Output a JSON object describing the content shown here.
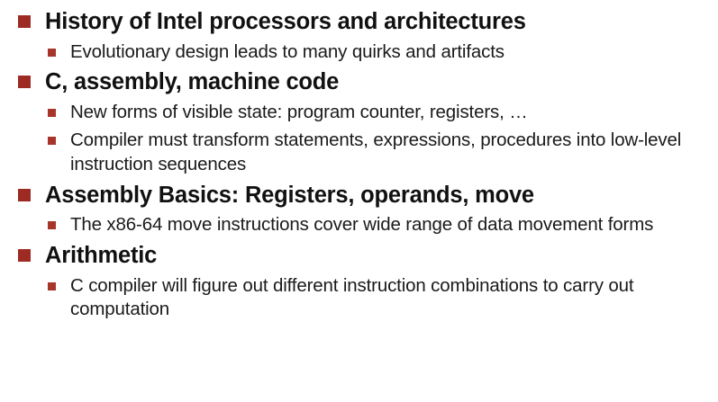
{
  "slide": {
    "background_color": "#ffffff",
    "bullet_color_level1": "#9E2B23",
    "bullet_color_level2": "#A73529",
    "text_color": "#111111",
    "sections": [
      {
        "heading": "History of Intel processors and architectures",
        "sub_bullets": [
          "Evolutionary design leads to many quirks and artifacts"
        ]
      },
      {
        "heading": "C, assembly, machine code",
        "sub_bullets": [
          "New forms of visible state: program counter, registers, …",
          "Compiler must transform statements, expressions, procedures into low-level instruction sequences"
        ]
      },
      {
        "heading": "Assembly Basics: Registers, operands, move",
        "sub_bullets": [
          "The x86-64 move instructions cover wide range of data movement forms"
        ]
      },
      {
        "heading": "Arithmetic",
        "sub_bullets": [
          "C compiler will figure out different instruction combinations to carry out computation"
        ]
      }
    ]
  }
}
